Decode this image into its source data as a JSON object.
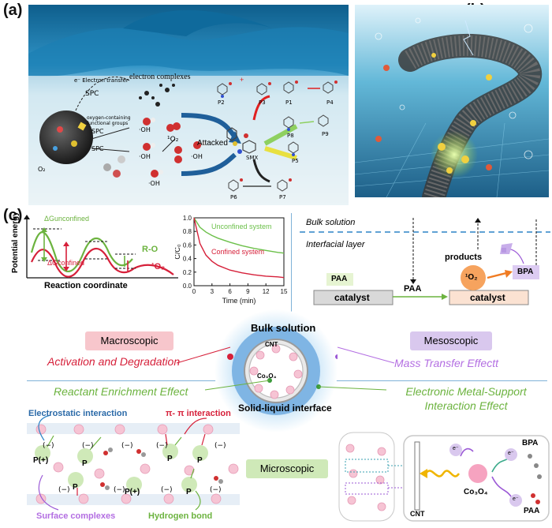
{
  "panels": {
    "a": "(a)",
    "b": "(b)",
    "c": "(c)"
  },
  "panel_a": {
    "electron_transfer": "e⁻ Electron transfer",
    "spc_top": "SPC",
    "electron_complexes": "electron complexes",
    "oxygen_groups": "oxygen-containing functional groups",
    "spc_mid": "SPC",
    "spc_low": "SPC",
    "o2": "O₂",
    "oh1": "·OH",
    "oh2": "·OH",
    "oh3": "·OH",
    "oh4": "·OH",
    "singlet": "¹O₂",
    "attacked": "Attacked",
    "smx": "SMX",
    "products": [
      "P2",
      "P3",
      "P1",
      "P4",
      "P8",
      "P9",
      "P5",
      "P6",
      "P7"
    ]
  },
  "energy_plot": {
    "ylabel": "Potential energy",
    "xlabel": "Reaction coordinate",
    "dg_unconfined": "ΔGunconfined",
    "dg_confined": "ΔGconfined",
    "ro": "R-O",
    "singlet": "¹O₂"
  },
  "chart_data": {
    "type": "line",
    "xlabel": "Time (min)",
    "ylabel": "C/C₀",
    "xticks": [
      0,
      3,
      6,
      9,
      12,
      15
    ],
    "yticks": [
      0.0,
      0.2,
      0.4,
      0.6,
      0.8,
      1.0
    ],
    "xlim": [
      0,
      15
    ],
    "ylim": [
      0,
      1.0
    ],
    "series": [
      {
        "name": "Unconfined system",
        "color": "#6cc04a",
        "x": [
          0,
          1,
          2,
          3,
          4,
          6,
          8,
          10,
          12,
          14,
          15
        ],
        "values": [
          1.0,
          0.86,
          0.79,
          0.74,
          0.7,
          0.64,
          0.59,
          0.55,
          0.52,
          0.49,
          0.48
        ]
      },
      {
        "name": "Confined system",
        "color": "#d6203a",
        "x": [
          0,
          1,
          2,
          3,
          4,
          6,
          8,
          10,
          12,
          14,
          15
        ],
        "values": [
          1.0,
          0.62,
          0.45,
          0.36,
          0.3,
          0.23,
          0.19,
          0.16,
          0.14,
          0.13,
          0.12
        ]
      }
    ]
  },
  "meso": {
    "bulk_solution": "Bulk solution",
    "interfacial_layer": "Interfacial layer",
    "products": "products",
    "paa_box": "PAA",
    "paa_mid": "PAA",
    "catalyst_left": "catalyst",
    "catalyst_right": "catalyst",
    "singlet": "¹O₂",
    "bpa": "BPA"
  },
  "center": {
    "macroscopic": "Macroscopic",
    "activation": "Activation and Degradation",
    "mesoscopic": "Mesoscopic",
    "mass_transfer": "Mass Transfer Effectt",
    "bulk_solution": "Bulk solution",
    "solid_liquid": "Solid-liquid interface",
    "cnt": "CNT",
    "co3o4": "Co₃O₄",
    "reactant_enrichment": "Reactant Enrichment Effect",
    "emsi_line1": "Electronic Metal-Support",
    "emsi_line2": "Interaction Effect",
    "microscopic": "Microscopic"
  },
  "micro": {
    "electrostatic": "Electrostatic interaction",
    "pi_pi": "π- π interaction",
    "minus": "(−)",
    "p_plus": "P(+)",
    "p": "P",
    "surface_complexes": "Surface complexes",
    "hydrogen_bond": "Hydrogen bond",
    "bpa": "BPA",
    "paa": "PAA",
    "co3o4": "Co₃O₄",
    "cnt": "CNT",
    "eminus": "e⁻"
  },
  "colors": {
    "green": "#6cb33f",
    "red": "#d6203a",
    "pink_tag": "#f7c6cc",
    "purple_tag": "#d9c8ee",
    "green_tag": "#cfe9b8",
    "purple": "#9b59d6",
    "blue": "#2b6aa8"
  }
}
